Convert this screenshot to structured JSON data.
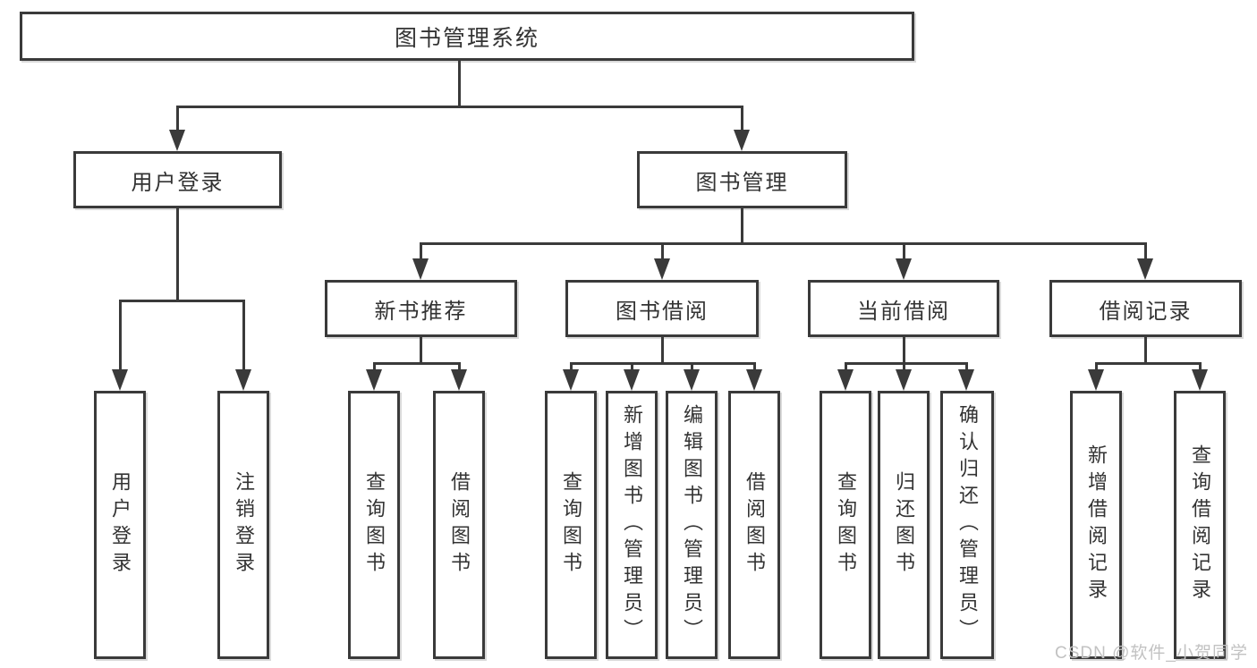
{
  "diagram": {
    "title_node": "图书管理系统",
    "level2": [
      {
        "label": "用户登录"
      },
      {
        "label": "图书管理"
      }
    ],
    "level3": [
      {
        "label": "新书推荐"
      },
      {
        "label": "图书借阅"
      },
      {
        "label": "当前借阅"
      },
      {
        "label": "借阅记录"
      }
    ],
    "leaves": [
      {
        "label": "用户登录"
      },
      {
        "label": "注销登录"
      },
      {
        "label": "查询图书"
      },
      {
        "label": "借阅图书"
      },
      {
        "label": "查询图书"
      },
      {
        "label": "新增图书（管理员）"
      },
      {
        "label": "编辑图书（管理员）"
      },
      {
        "label": "借阅图书"
      },
      {
        "label": "查询图书"
      },
      {
        "label": "归还图书"
      },
      {
        "label": "确认归还（管理员）"
      },
      {
        "label": "新增借阅记录"
      },
      {
        "label": "查询借阅记录"
      }
    ]
  },
  "watermark": "CSDN @软件_小贺同学",
  "colors": {
    "line": "#3a3a3a",
    "text": "#333333",
    "watermark": "#c2c2c2",
    "background": "#ffffff"
  }
}
